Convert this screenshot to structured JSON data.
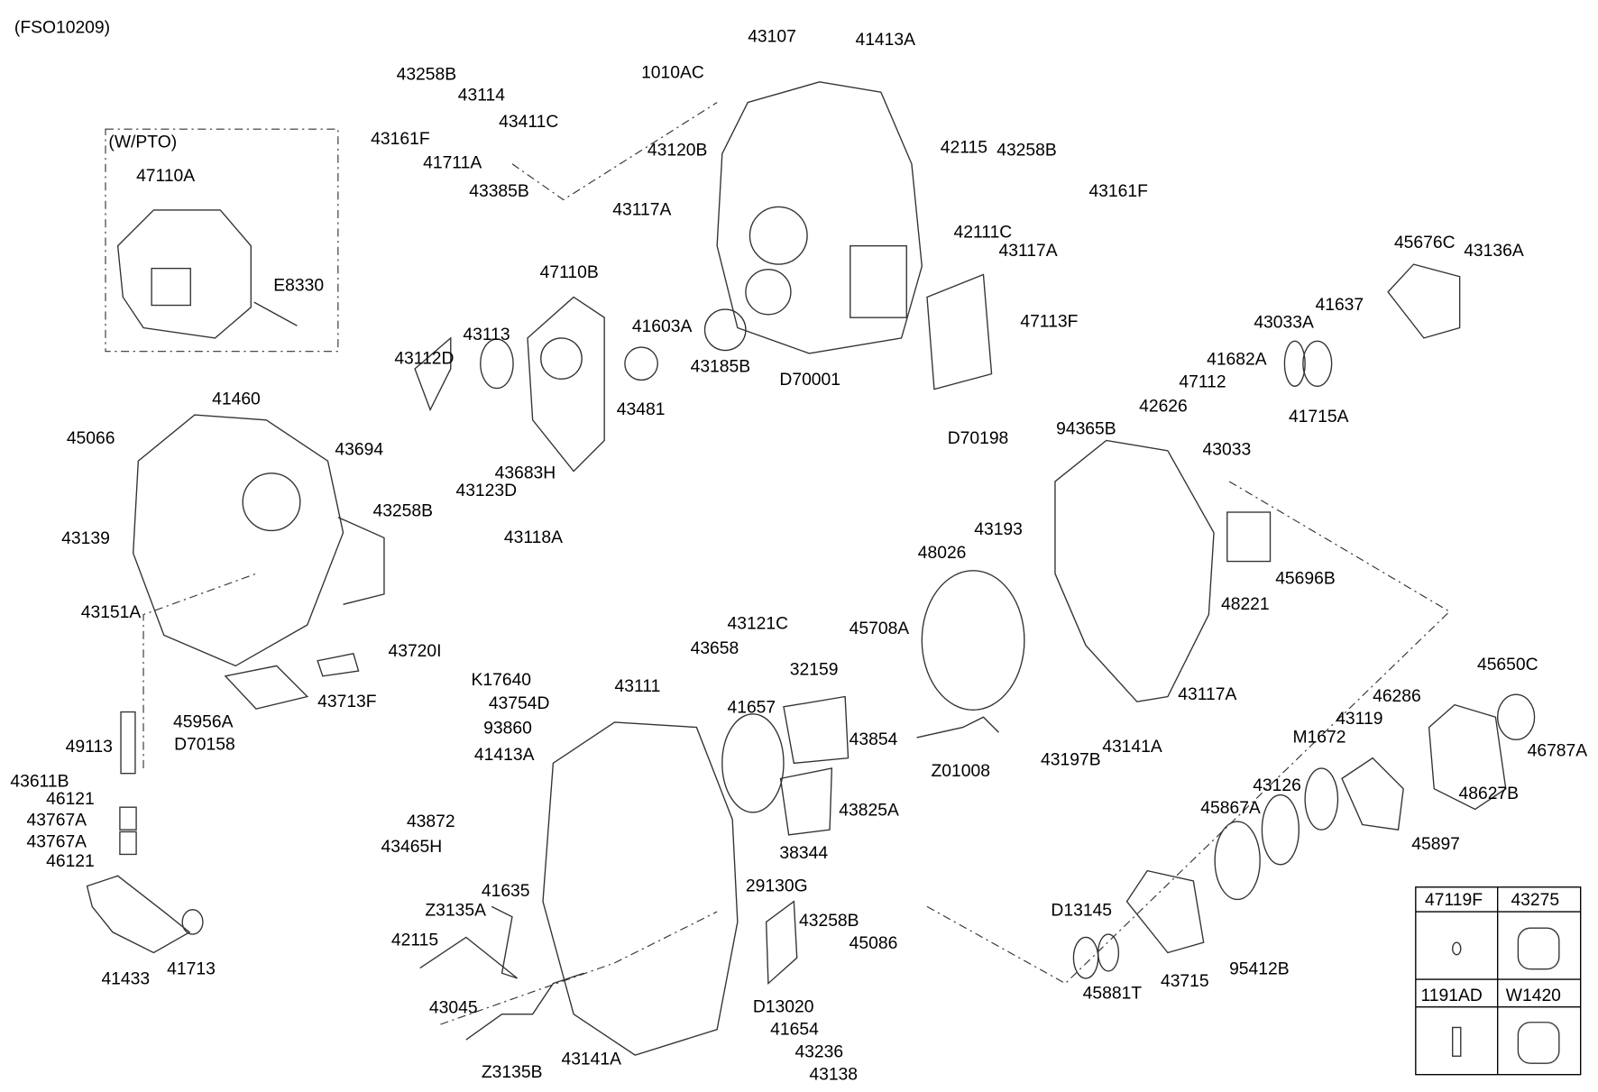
{
  "diagram_code": "(FSO10209)",
  "pto_box_label": "(W/PTO)",
  "labels": [
    "43107",
    "41413A",
    "1010AC",
    "43258B",
    "43114",
    "43411C",
    "43161F",
    "43120B",
    "42115",
    "43258B",
    "41711A",
    "47110A",
    "43385B",
    "43161F",
    "43117A",
    "42111C",
    "45676C",
    "43136A",
    "43117A",
    "47110B",
    "E8330",
    "41637",
    "43033A",
    "43113",
    "41603A",
    "47113F",
    "43112D",
    "41682A",
    "43185B",
    "D70001",
    "47112",
    "41460",
    "43481",
    "42626",
    "41715A",
    "94365B",
    "45066",
    "D70198",
    "43033",
    "43694",
    "43683H",
    "43123D",
    "43258B",
    "43118A",
    "43193",
    "43139",
    "48026",
    "45696B",
    "48221",
    "43151A",
    "45708A",
    "43121C",
    "43720I",
    "43658",
    "32159",
    "45650C",
    "K17640",
    "43111",
    "46286",
    "43117A",
    "43713F",
    "43754D",
    "41657",
    "43119",
    "45956A",
    "M1672",
    "93860",
    "46787A",
    "43854",
    "D70158",
    "49113",
    "43141A",
    "41413A",
    "Z01008",
    "43197B",
    "43611B",
    "48627B",
    "45867A",
    "43126",
    "46121",
    "43825A",
    "43767A",
    "43872",
    "43767A",
    "43465H",
    "45897",
    "38344",
    "46121",
    "41635",
    "29130G",
    "Z3135A",
    "D13145",
    "43258B",
    "42115",
    "45086",
    "43715",
    "41433",
    "41713",
    "95412B",
    "45881T",
    "D13020",
    "43045",
    "41654",
    "43236",
    "Z3135B",
    "43141A",
    "43138"
  ],
  "extra_parts_table": {
    "headers": [
      "47119F",
      "43275",
      "1191AD",
      "W1420"
    ]
  }
}
